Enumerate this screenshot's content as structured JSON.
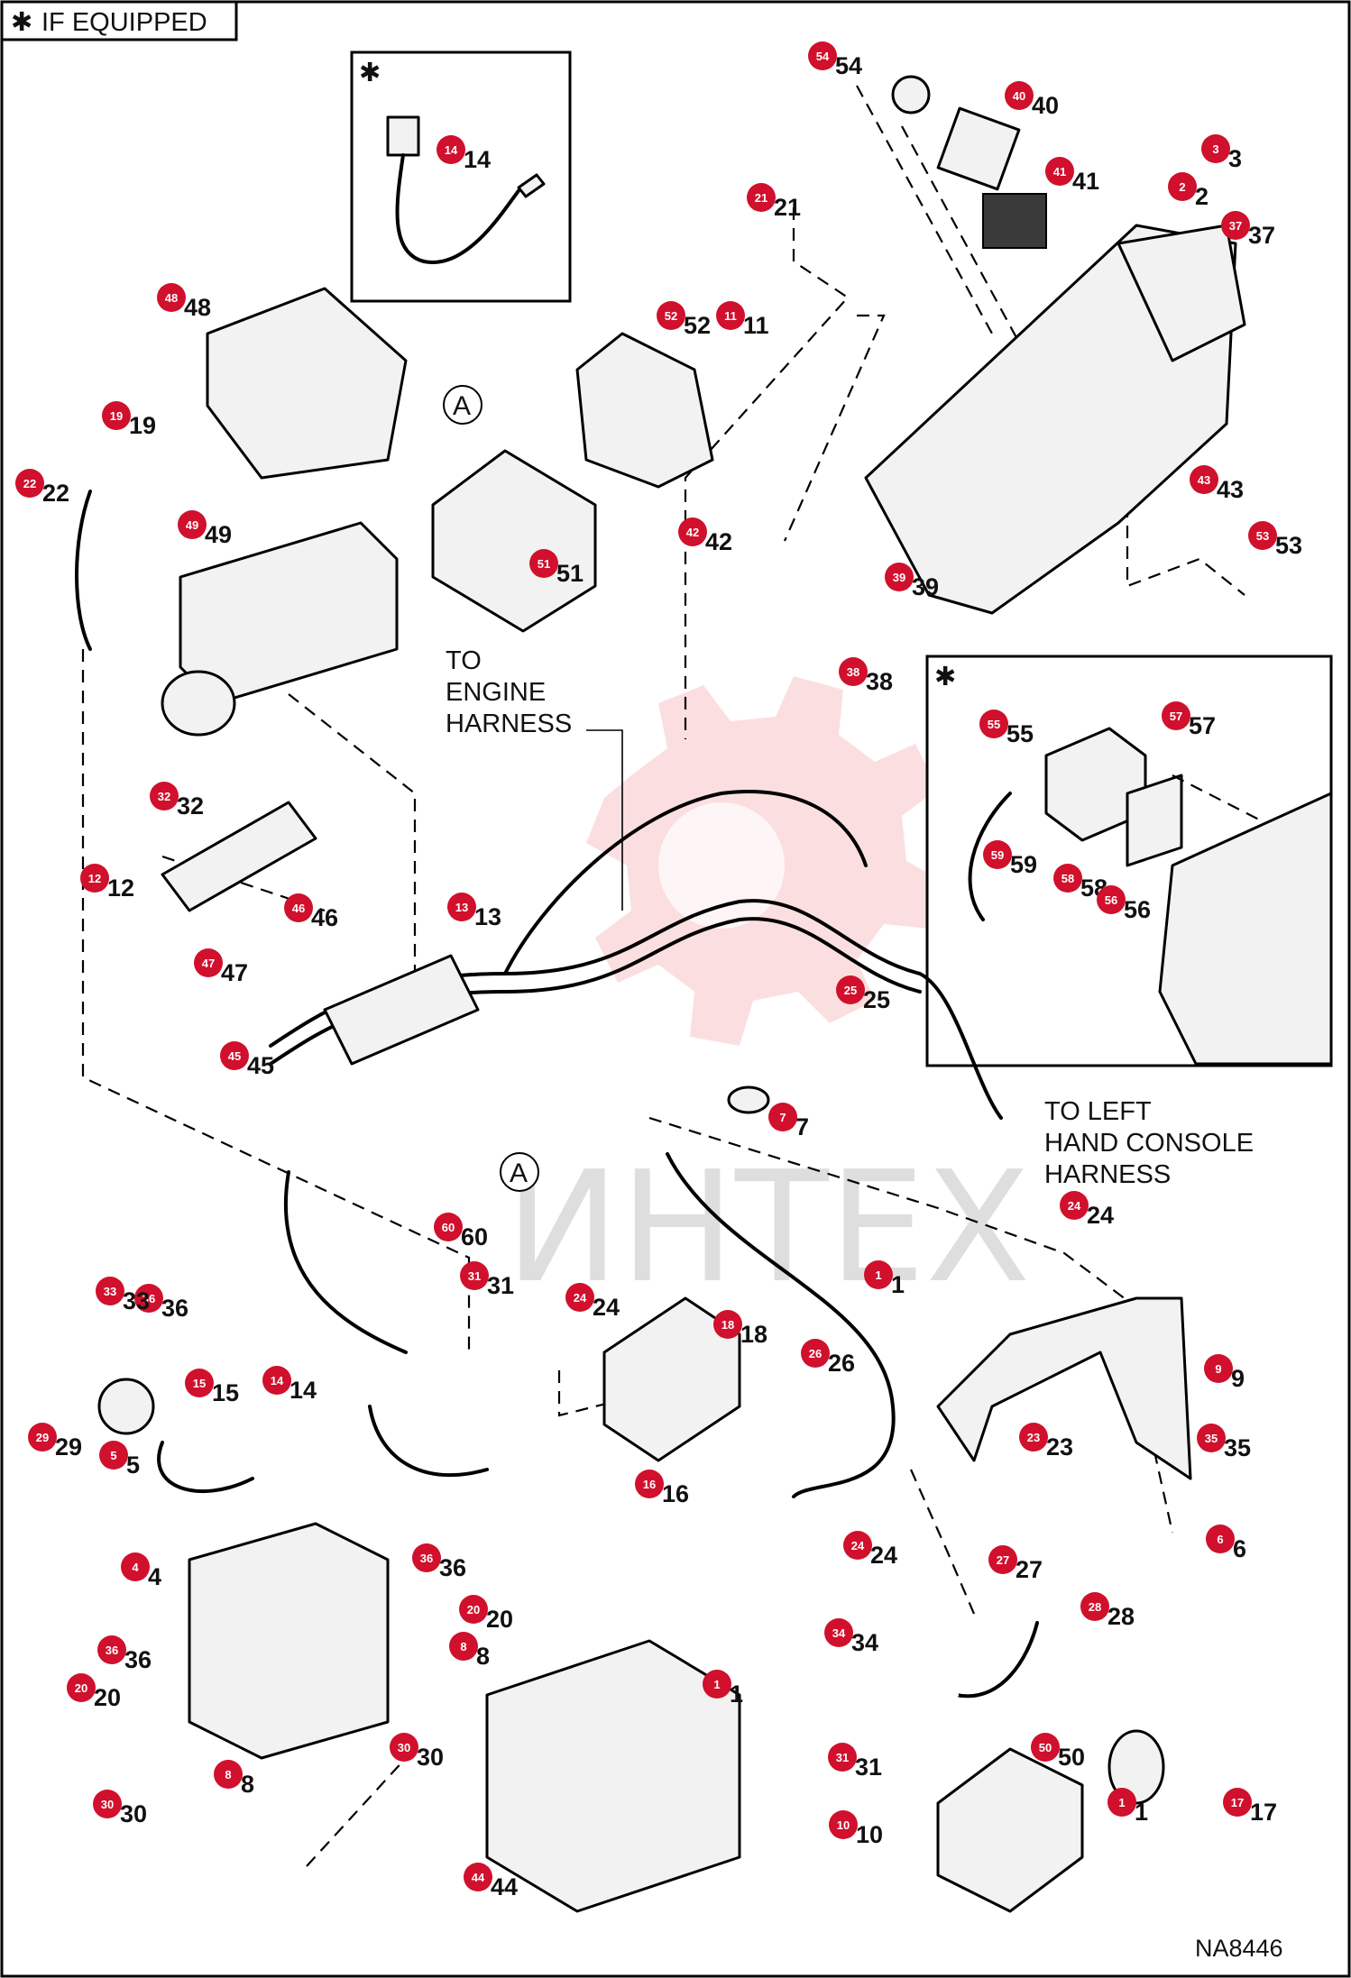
{
  "legend": {
    "symbol": "✱",
    "text": "IF EQUIPPED"
  },
  "inset_marker": "✱",
  "notes": {
    "to_engine": [
      "TO",
      "ENGINE",
      "HARNESS"
    ],
    "to_left": [
      "TO LEFT",
      "HAND CONSOLE",
      "HARNESS"
    ]
  },
  "ref_letter": "A",
  "diagram_id": "NA8446",
  "watermark": "ИНТЕХ",
  "colors": {
    "callout": "#d0102c",
    "watermark": "#e84d55"
  },
  "callouts": [
    {
      "n": "54"
    },
    {
      "n": "40"
    },
    {
      "n": "3"
    },
    {
      "n": "2"
    },
    {
      "n": "41"
    },
    {
      "n": "37"
    },
    {
      "n": "21"
    },
    {
      "n": "14"
    },
    {
      "n": "48"
    },
    {
      "n": "52"
    },
    {
      "n": "11"
    },
    {
      "n": "19"
    },
    {
      "n": "22"
    },
    {
      "n": "51"
    },
    {
      "n": "43"
    },
    {
      "n": "53"
    },
    {
      "n": "42"
    },
    {
      "n": "39"
    },
    {
      "n": "49"
    },
    {
      "n": "38"
    },
    {
      "n": "55"
    },
    {
      "n": "57"
    },
    {
      "n": "59"
    },
    {
      "n": "58"
    },
    {
      "n": "56"
    },
    {
      "n": "32"
    },
    {
      "n": "12"
    },
    {
      "n": "13"
    },
    {
      "n": "46"
    },
    {
      "n": "47"
    },
    {
      "n": "25"
    },
    {
      "n": "45"
    },
    {
      "n": "7"
    },
    {
      "n": "24"
    },
    {
      "n": "60"
    },
    {
      "n": "31"
    },
    {
      "n": "36"
    },
    {
      "n": "33"
    },
    {
      "n": "1"
    },
    {
      "n": "24"
    },
    {
      "n": "18"
    },
    {
      "n": "26"
    },
    {
      "n": "9"
    },
    {
      "n": "14"
    },
    {
      "n": "15"
    },
    {
      "n": "29"
    },
    {
      "n": "5"
    },
    {
      "n": "23"
    },
    {
      "n": "35"
    },
    {
      "n": "16"
    },
    {
      "n": "6"
    },
    {
      "n": "24"
    },
    {
      "n": "27"
    },
    {
      "n": "4"
    },
    {
      "n": "36"
    },
    {
      "n": "20"
    },
    {
      "n": "8"
    },
    {
      "n": "28"
    },
    {
      "n": "34"
    },
    {
      "n": "36"
    },
    {
      "n": "20"
    },
    {
      "n": "30"
    },
    {
      "n": "1"
    },
    {
      "n": "50"
    },
    {
      "n": "31"
    },
    {
      "n": "8"
    },
    {
      "n": "30"
    },
    {
      "n": "10"
    },
    {
      "n": "1"
    },
    {
      "n": "17"
    },
    {
      "n": "44"
    }
  ]
}
